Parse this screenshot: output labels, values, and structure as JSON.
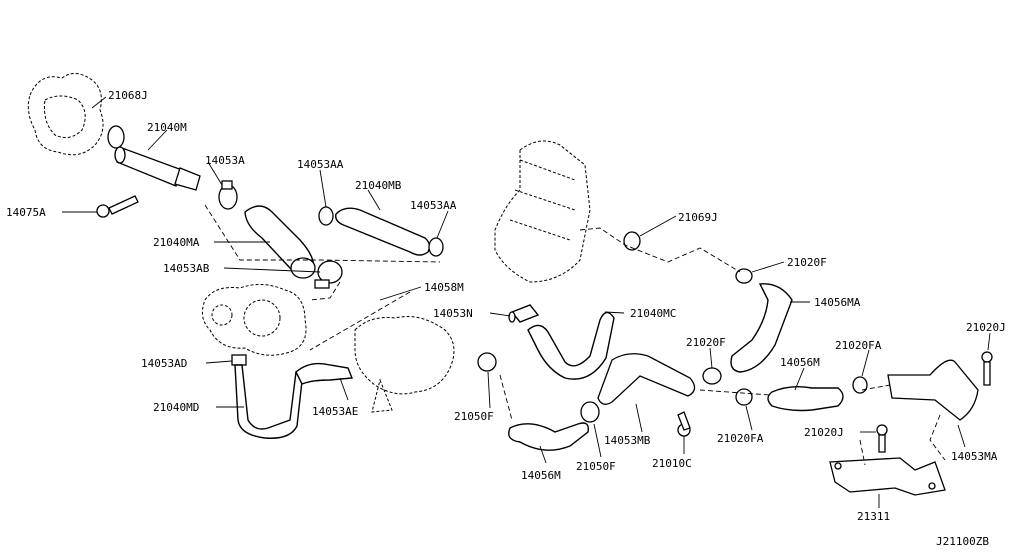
{
  "diagram_code": "J21100ZB",
  "labels": {
    "21068J": "21068J",
    "21040M": "21040M",
    "14053A": "14053A",
    "14075A": "14075A",
    "14053AA_1": "14053AA",
    "21040MB": "21040MB",
    "14053AA_2": "14053AA",
    "21040MA": "21040MA",
    "14053AB": "14053AB",
    "14058M": "14058M",
    "14053N": "14053N",
    "21040MC": "21040MC",
    "21069J": "21069J",
    "21020F_1": "21020F",
    "14056MA": "14056MA",
    "21020F_2": "21020F",
    "21020FA_1": "21020FA",
    "14056M_1": "14056M",
    "21020J_1": "21020J",
    "14053AD": "14053AD",
    "21040MD": "21040MD",
    "14053AE": "14053AE",
    "21050F_1": "21050F",
    "14056M_2": "14056M",
    "21050F_2": "21050F",
    "14053MB": "14053MB",
    "21010C": "21010C",
    "21020FA_2": "21020FA",
    "21020J_2": "21020J",
    "14053MA": "14053MA",
    "21311": "21311"
  }
}
